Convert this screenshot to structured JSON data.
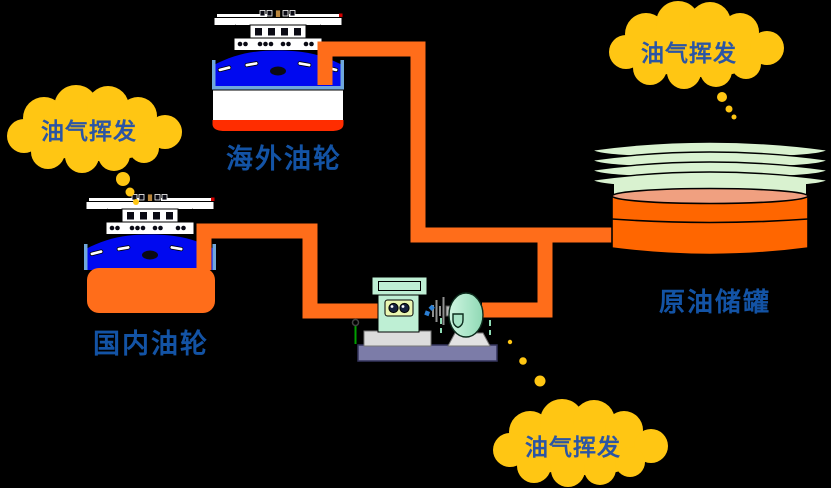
{
  "diagram": {
    "labels": {
      "overseas_tanker": "海外油轮",
      "domestic_tanker": "国内油轮",
      "crude_oil_tank": "原油储罐"
    },
    "clouds": [
      {
        "position": "left",
        "text": "油气挥发"
      },
      {
        "position": "top-right",
        "text": "油气挥发"
      },
      {
        "position": "bottom",
        "text": "油气挥发"
      }
    ],
    "icons": {
      "overseas_ship": "tanker-ship-front-icon",
      "domestic_ship": "tanker-ship-front-icon",
      "pump": "pump-station-icon",
      "tank": "storage-tank-icon",
      "cloud": "thought-bubble-icon"
    },
    "colors": {
      "background": "#000000",
      "pipe_orange": "#FF6D1A",
      "tank_orange": "#FF6600",
      "ship_hull_blue": "#0009F0",
      "ship_bottom_red": "#FF2D00",
      "hull_trim_blue": "#6FA8DC",
      "cloud_yellow": "#FFC613",
      "cloud_text_blue": "#2B55A4",
      "label_blue": "#1353A5",
      "pump_mint": "#BEEFD4",
      "tank_roof_green": "#D9F2D0",
      "tank_rim_salmon": "#F0A080",
      "platform_slate": "#7C7CA8"
    }
  }
}
